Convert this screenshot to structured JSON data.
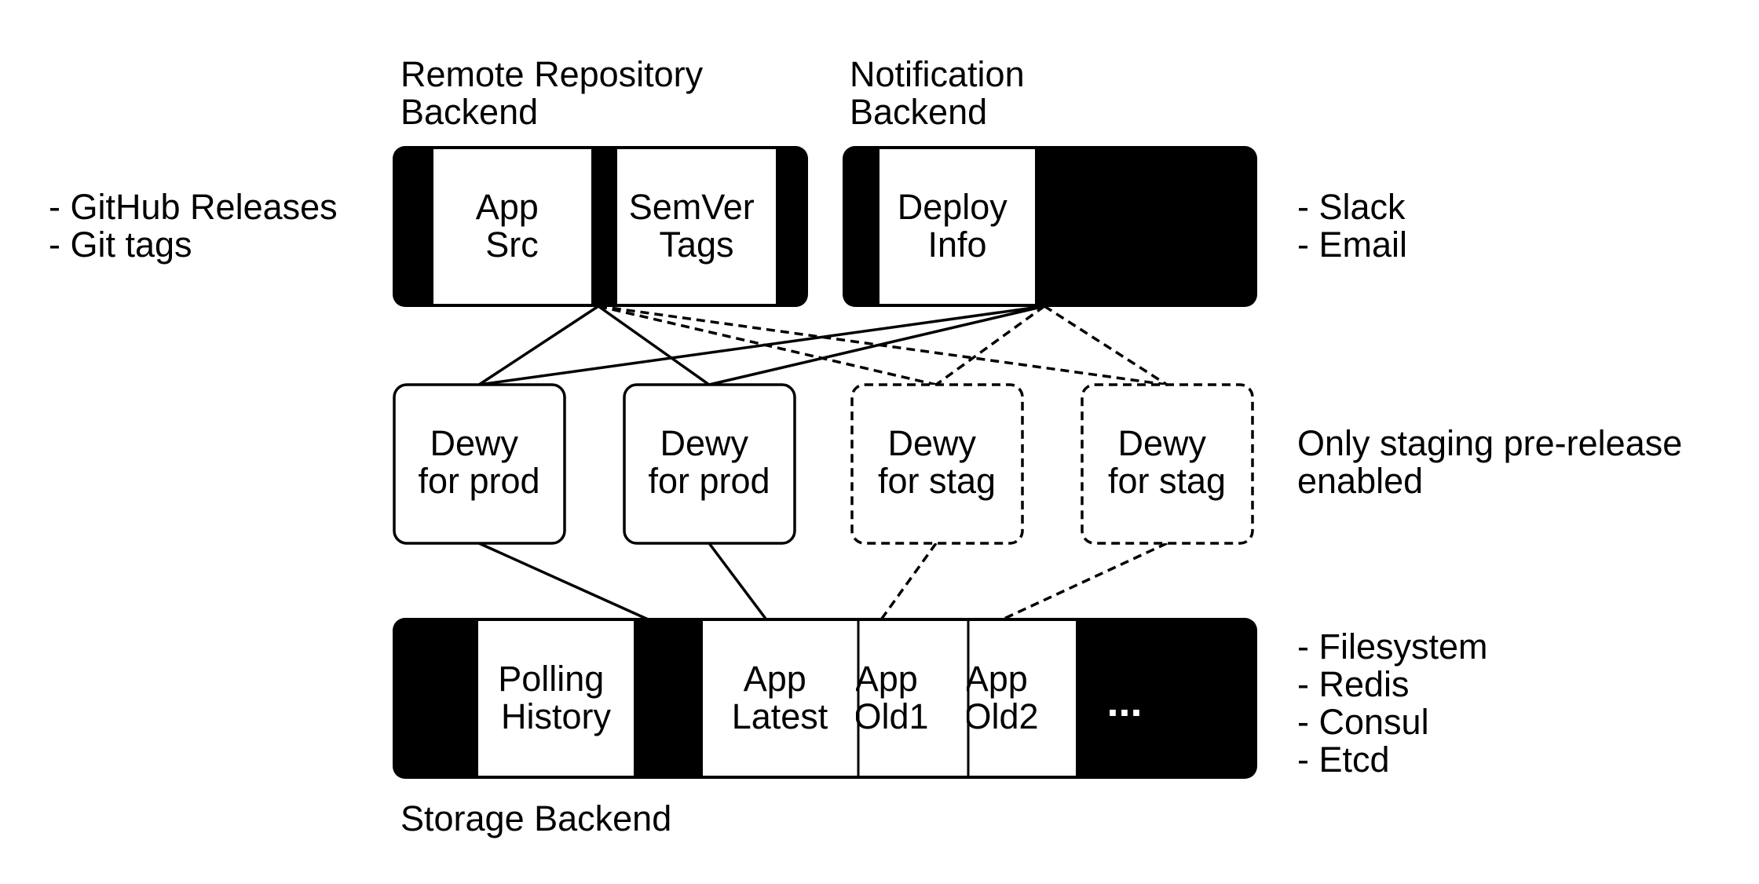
{
  "remote_repo": {
    "title_lines": [
      "Remote Repository",
      "Backend"
    ],
    "app_src_lines": [
      "App",
      "Src"
    ],
    "semver_lines": [
      "SemVer",
      "Tags"
    ],
    "notes": [
      "- GitHub Releases",
      "- Git tags"
    ]
  },
  "notification": {
    "title_lines": [
      "Notification",
      "Backend"
    ],
    "deploy_info_lines": [
      "Deploy",
      "Info"
    ],
    "notes": [
      "- Slack",
      "- Email"
    ]
  },
  "dewy_instances": [
    {
      "lines": [
        "Dewy",
        "for prod"
      ],
      "style": "solid"
    },
    {
      "lines": [
        "Dewy",
        "for prod"
      ],
      "style": "solid"
    },
    {
      "lines": [
        "Dewy",
        "for stag"
      ],
      "style": "dashed"
    },
    {
      "lines": [
        "Dewy",
        "for stag"
      ],
      "style": "dashed"
    }
  ],
  "staging_note_lines": [
    "Only staging pre-release",
    "enabled"
  ],
  "storage": {
    "title": "Storage Backend",
    "polling_history_lines": [
      "Polling",
      "History"
    ],
    "app_latest_lines": [
      "App",
      "Latest"
    ],
    "app_old1_lines": [
      "App",
      "Old1"
    ],
    "app_old2_lines": [
      "App",
      "Old2"
    ],
    "ellipsis": "...",
    "notes": [
      "- Filesystem",
      "- Redis",
      "- Consul",
      "- Etcd"
    ]
  },
  "colors": {
    "ink": "#000000",
    "paper": "#ffffff"
  }
}
